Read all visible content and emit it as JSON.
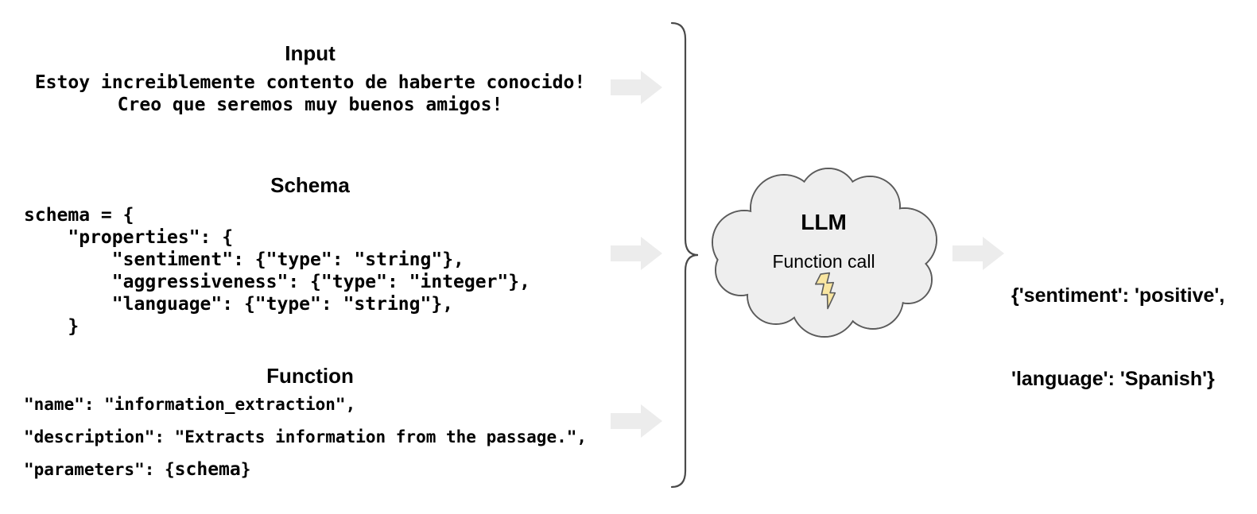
{
  "sections": {
    "input": {
      "title": "Input",
      "lines": [
        "Estoy increiblemente contento de haberte conocido!",
        "Creo que seremos muy buenos amigos!"
      ]
    },
    "schema": {
      "title": "Schema",
      "code_lines": [
        "schema = {",
        "    \"properties\": {",
        "        \"sentiment\": {\"type\": \"string\"},",
        "        \"aggressiveness\": {\"type\": \"integer\"},",
        "        \"language\": {\"type\": \"string\"},",
        "    }"
      ]
    },
    "function": {
      "title": "Function",
      "code_lines": [
        "\"name\": \"information_extraction\",",
        "\"description\": \"Extracts information from the passage.\","
      ],
      "params_prefix": "\"parameters\": {",
      "params_var": "schema",
      "params_suffix": "}"
    }
  },
  "llm": {
    "title": "LLM",
    "subtitle": "Function call"
  },
  "output": {
    "line1": "{'sentiment': 'positive',",
    "line2": "'language': 'Spanish'}"
  },
  "icons": {
    "arrow_right": "arrow-right-icon",
    "brace": "curly-brace",
    "cloud": "cloud-shape",
    "bolt": "lightning-bolt-icon"
  },
  "colors": {
    "background": "#ffffff",
    "text": "#000000",
    "arrow_fill": "#ececec",
    "cloud_fill": "#eeeeee",
    "cloud_stroke": "#5b5b5b",
    "brace_stroke": "#4a4a4a",
    "bolt_fill": "#f9e6a1",
    "bolt_stroke": "#5b5b5b"
  }
}
